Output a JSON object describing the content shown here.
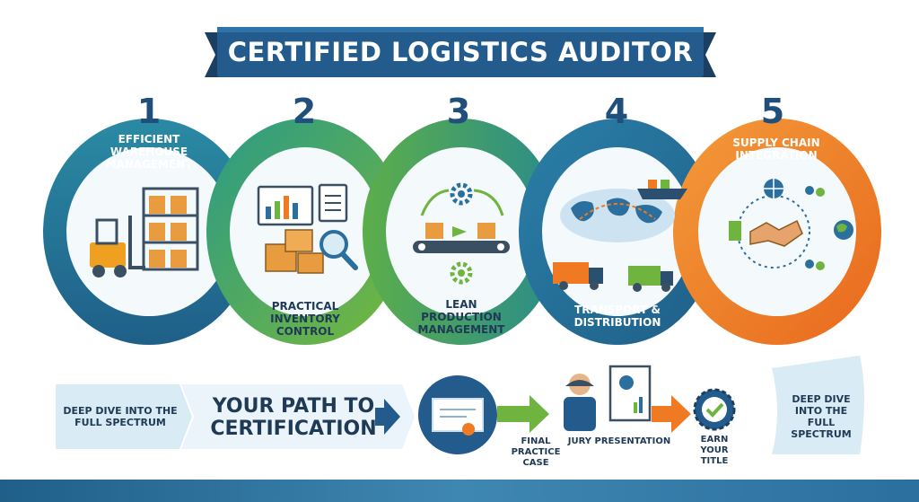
{
  "title": "CERTIFIED LOGISTICS AUDITOR",
  "stages": [
    {
      "number": "1",
      "label": "EFFICIENT WAREHOUSE MANAGEMENT"
    },
    {
      "number": "2",
      "label": "PRACTICAL INVENTORY CONTROL"
    },
    {
      "number": "3",
      "label": "LEAN PRODUCTION MANAGEMENT"
    },
    {
      "number": "4",
      "label": "TRANSPORT & DISTRIBUTION"
    },
    {
      "number": "5",
      "label": "SUPPLY CHAIN INTEGRATION"
    }
  ],
  "path": {
    "left_note": "DEEP DIVE INTO THE FULL SPECTRUM",
    "heading": "YOUR PATH TO CERTIFICATION",
    "steps": [
      {
        "label": "FINAL PRACTICE CASE"
      },
      {
        "label": "JURY PRESENTATION"
      },
      {
        "label": "EARN YOUR TITLE"
      }
    ],
    "right_note": "DEEP DIVE INTO THE FULL SPECTRUM"
  },
  "colors": {
    "navy": "#1f4f7a",
    "blue": "#2b6f9e",
    "teal": "#2a8c8a",
    "green": "#6fb43f",
    "orange": "#f07a22",
    "pale": "#d9ebf5"
  },
  "icons": [
    "forklift-icon",
    "warehouse-shelf-icon",
    "chart-board-icon",
    "clipboard-icon",
    "boxes-icon",
    "magnifier-icon",
    "gear-icon",
    "conveyor-icon",
    "world-map-icon",
    "ship-icon",
    "truck-icon",
    "globe-icon",
    "handshake-icon",
    "people-icon",
    "certificate-icon",
    "presenter-icon",
    "badge-check-icon"
  ]
}
